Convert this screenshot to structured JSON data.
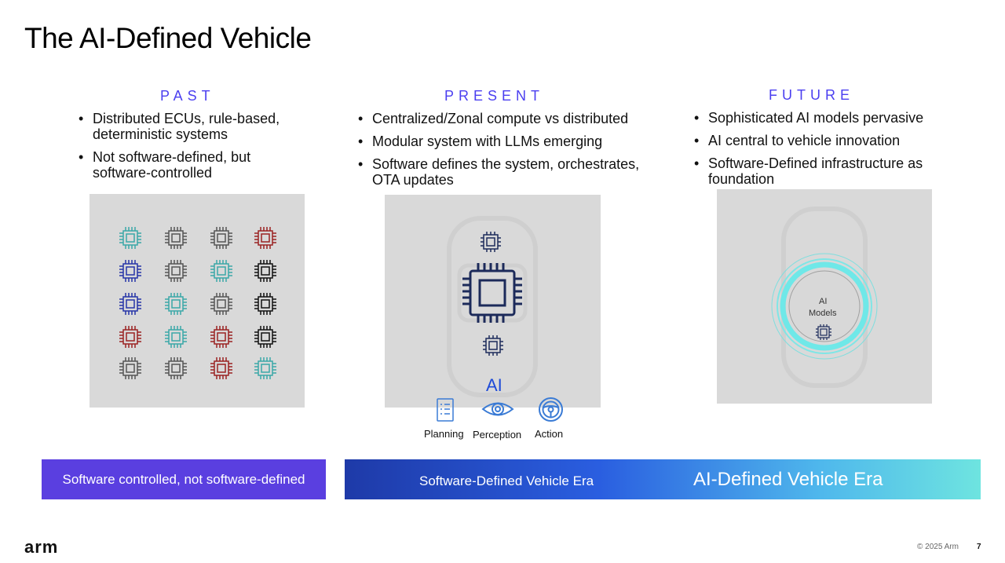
{
  "title": "The AI-Defined Vehicle",
  "columns": {
    "past": {
      "heading": "PAST",
      "bullets": [
        "Distributed ECUs, rule-based, deterministic systems",
        "Not software-defined, but software-controlled"
      ]
    },
    "present": {
      "heading": "PRESENT",
      "bullets": [
        "Centralized/Zonal compute vs distributed",
        "Modular system with LLMs emerging",
        "Software defines the system, orchestrates, OTA updates"
      ],
      "ai_label": "AI",
      "icons": [
        {
          "name": "planning-icon",
          "label": "Planning"
        },
        {
          "name": "perception-icon",
          "label": "Perception"
        },
        {
          "name": "action-icon",
          "label": "Action"
        }
      ]
    },
    "future": {
      "heading": "FUTURE",
      "bullets": [
        "Sophisticated AI models pervasive",
        "AI central to vehicle innovation",
        "Software-Defined infrastructure as foundation"
      ],
      "ai_models_line1": "AI",
      "ai_models_line2": "Models"
    }
  },
  "bars": {
    "past": "Software controlled, not software-defined",
    "sdv": "Software-Defined Vehicle Era",
    "adv": "AI-Defined Vehicle Era"
  },
  "footer": {
    "logo": "arm",
    "copyright": "© 2025 Arm",
    "page": "7"
  },
  "colors": {
    "heading": "#4b3ff0",
    "teal": "#3aa8a8",
    "gray": "#555555",
    "red": "#9b2222",
    "blue": "#2634a8",
    "black": "#111111",
    "navy": "#1c2a5a",
    "past_bar": "#5a3fe0",
    "sdv_bar_start": "#1e3aa8",
    "adv_bar_end": "#6ee4e0"
  },
  "past_chip_grid": [
    [
      "teal",
      "gray",
      "gray",
      "red"
    ],
    [
      "blue",
      "gray",
      "teal",
      "black"
    ],
    [
      "blue",
      "teal",
      "gray",
      "black"
    ],
    [
      "red",
      "teal",
      "red",
      "black"
    ],
    [
      "gray",
      "gray",
      "red",
      "teal"
    ]
  ]
}
